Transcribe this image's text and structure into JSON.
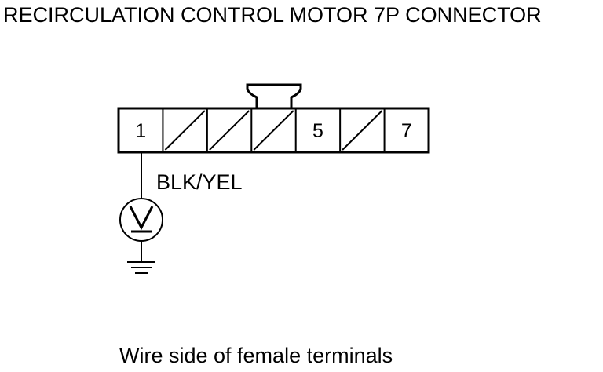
{
  "title": "RECIRCULATION CONTROL MOTOR 7P CONNECTOR",
  "connector": {
    "pins": [
      {
        "label": "1",
        "empty": false
      },
      {
        "label": "",
        "empty": true
      },
      {
        "label": "",
        "empty": true
      },
      {
        "label": "",
        "empty": true
      },
      {
        "label": "5",
        "empty": false
      },
      {
        "label": "",
        "empty": true
      },
      {
        "label": "7",
        "empty": false
      }
    ]
  },
  "wire": {
    "color_label": "BLK/YEL",
    "meter": "voltmeter",
    "terminal": "ground"
  },
  "caption": "Wire side of female terminals"
}
